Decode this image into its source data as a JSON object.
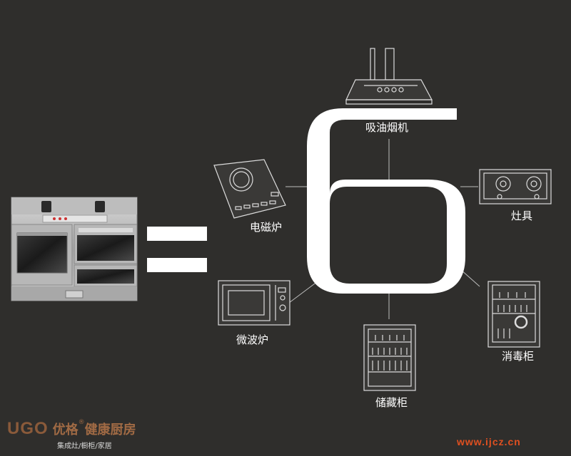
{
  "appliances": {
    "range_hood": "吸油烟机",
    "stove": "灶具",
    "sterilizer": "消毒柜",
    "storage_cabinet": "储藏柜",
    "microwave": "微波炉",
    "induction_cooker": "电磁炉"
  },
  "big_number": "6",
  "brand": {
    "logo": "UGO",
    "name": "优格",
    "reg_mark": "®",
    "slogan": "健康厨房",
    "subtitle": "集成灶/橱柜/家居"
  },
  "watermark": "www.ijcz.cn",
  "colors": {
    "background": "#2f2e2c",
    "line": "#ffffff",
    "brand": "#a06a44",
    "watermark": "#e05020"
  }
}
